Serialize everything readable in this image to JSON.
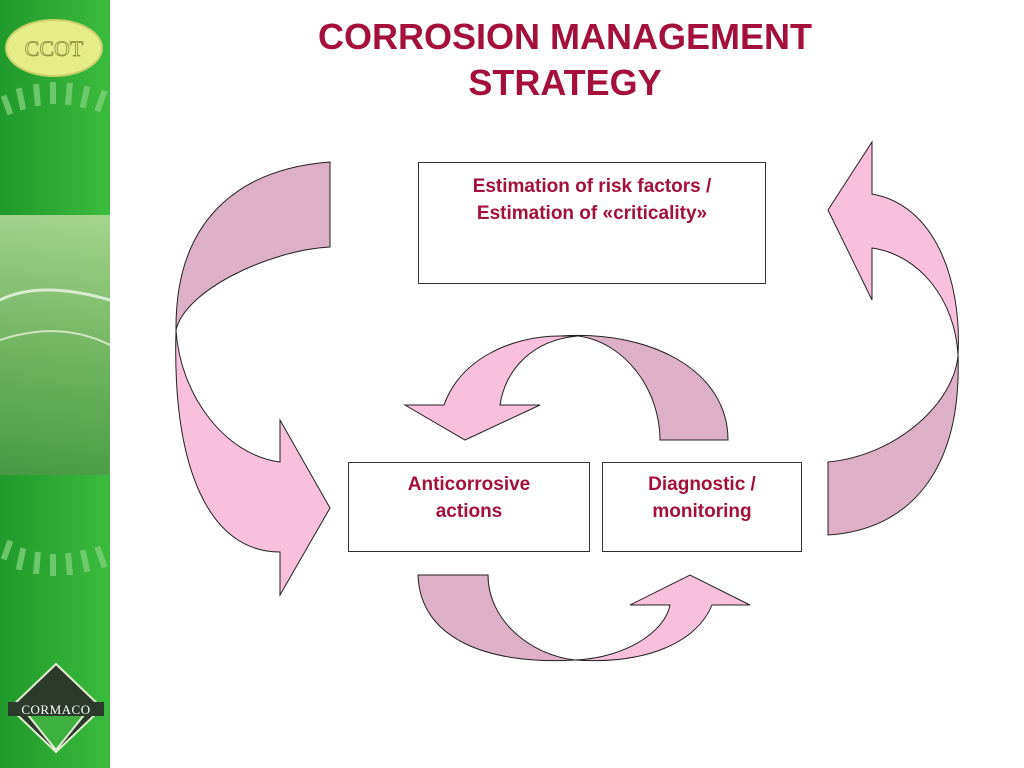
{
  "title": {
    "line1": "CORROSION MANAGEMENT",
    "line2": "STRATEGY"
  },
  "boxes": {
    "risk": {
      "line1": "Estimation of risk factors /",
      "line2": "Estimation of «criticality»"
    },
    "anticorrosive": {
      "line1": "Anticorrosive",
      "line2": "actions"
    },
    "diagnostic": {
      "line1": "Diagnostic /",
      "line2": "monitoring"
    }
  },
  "logos": {
    "top": "CCOT",
    "bottom": "CORMACO"
  },
  "colors": {
    "title": "#a50f3c",
    "arrow_light": "#f8c0dc",
    "arrow_dark": "#deb0c8",
    "sidebar_green": "#2aa635",
    "logo_yellow": "#e6ec8a"
  }
}
